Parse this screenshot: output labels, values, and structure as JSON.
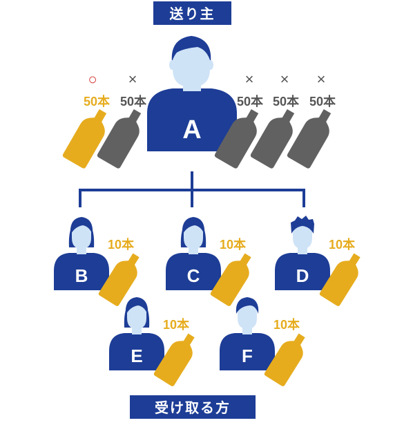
{
  "sender_label": "送り主",
  "receiver_label": "受け取る方",
  "sender": {
    "name": "A",
    "bottles": [
      {
        "mark": "○",
        "amount": "50本",
        "status": "ok"
      },
      {
        "mark": "×",
        "amount": "50本",
        "status": "ng"
      },
      {
        "mark": "×",
        "amount": "50本",
        "status": "ng"
      },
      {
        "mark": "×",
        "amount": "50本",
        "status": "ng"
      },
      {
        "mark": "×",
        "amount": "50本",
        "status": "ng"
      }
    ]
  },
  "receivers": [
    {
      "name": "B",
      "amount": "10本",
      "hair": "long"
    },
    {
      "name": "C",
      "amount": "10本",
      "hair": "long"
    },
    {
      "name": "D",
      "amount": "10本",
      "hair": "spiky"
    },
    {
      "name": "E",
      "amount": "10本",
      "hair": "long"
    },
    {
      "name": "F",
      "amount": "10本",
      "hair": "short"
    }
  ],
  "colors": {
    "navy": "#1d3d96",
    "skin": "#cfe3f7",
    "gold": "#e6ac1e",
    "bottle_gray": "#616161",
    "mark_ok": "#d0312d",
    "mark_ng": "#555555"
  }
}
